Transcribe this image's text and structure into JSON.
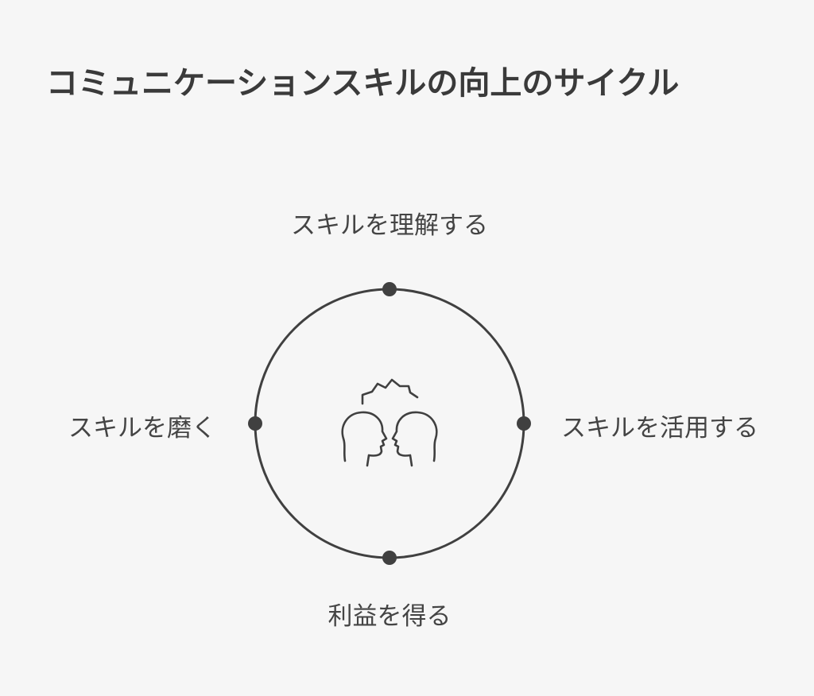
{
  "title": "コミュニケーションスキルの向上のサイクル",
  "cycle": {
    "center_icon": "two-heads-thinking-icon",
    "stages": {
      "top": "スキルを理解する",
      "right": "スキルを活用する",
      "bottom": "利益を得る",
      "left": "スキルを磨く"
    }
  },
  "colors": {
    "background": "#f6f6f6",
    "stroke": "#404040",
    "text": "#444444"
  }
}
